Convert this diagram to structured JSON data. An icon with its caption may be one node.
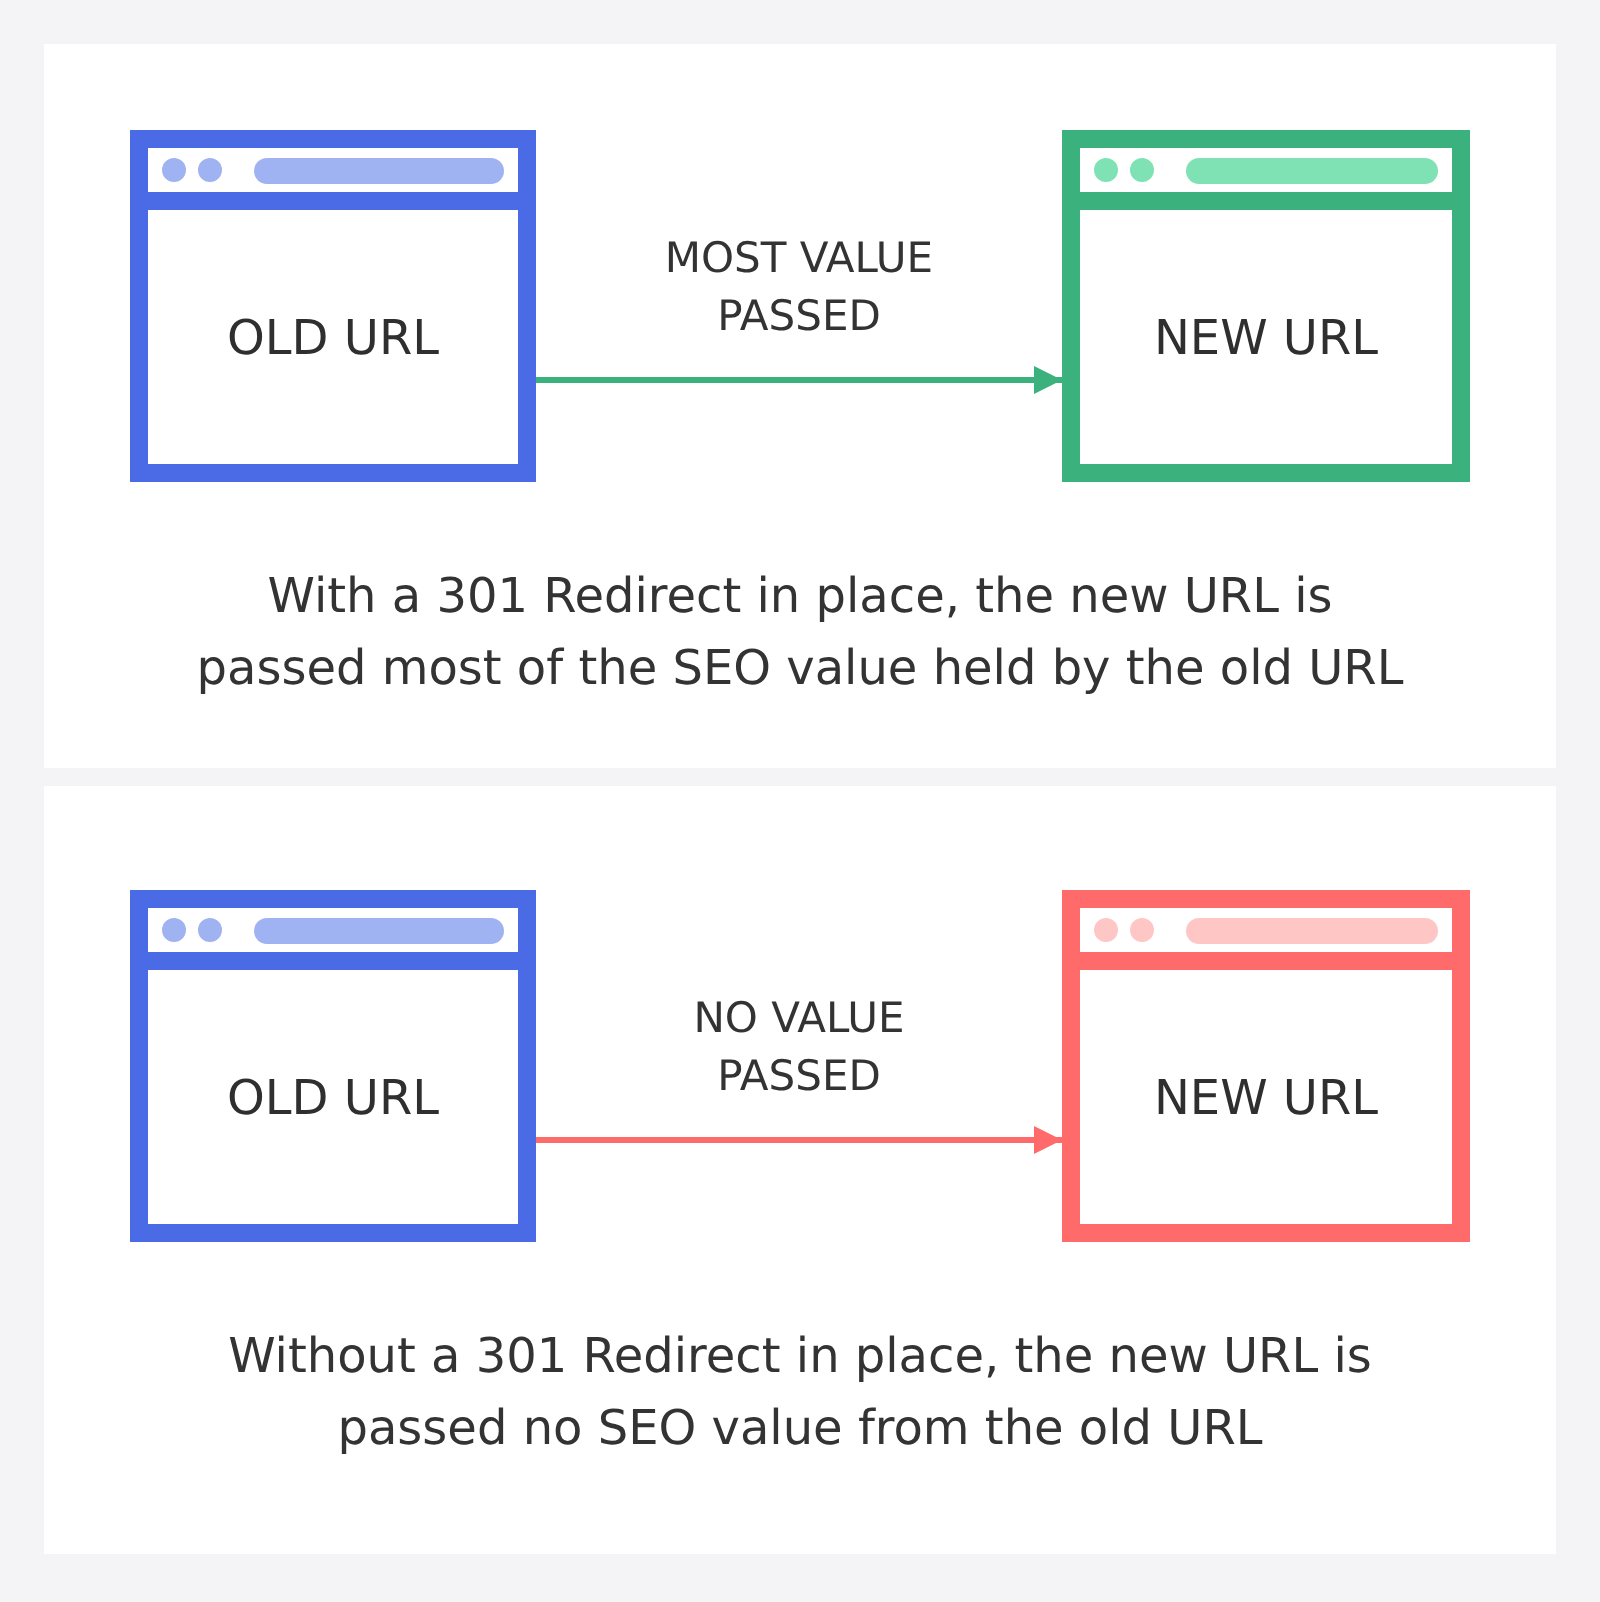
{
  "diagram": {
    "nodes": [
      {
        "text": [
          "With a 301 Redirect in place, the new URL is passed most of the SEO value held by the old URL"
        ]
      },
      {
        "text": [
          "OLD URL"
        ],
        "in": 0
      },
      {
        "text": [
          "NEW URL"
        ],
        "in": 0
      },
      {
        "text": [
          "Without a 301 Redirect in place, the new URL is passed no SEO value from the old URL"
        ]
      },
      {
        "text": [
          "OLD URL"
        ],
        "in": 3
      },
      {
        "text": [
          "NEW URL"
        ],
        "in": 3
      }
    ],
    "edges": [
      {
        "from": 1,
        "to": 2,
        "arrow": "to",
        "label": "MOST VALUE PASSED",
        "color": "#3bb27e"
      },
      {
        "from": 4,
        "to": 5,
        "arrow": "to",
        "label": "NO VALUE PASSED",
        "color": "#ff6b6b"
      }
    ]
  }
}
